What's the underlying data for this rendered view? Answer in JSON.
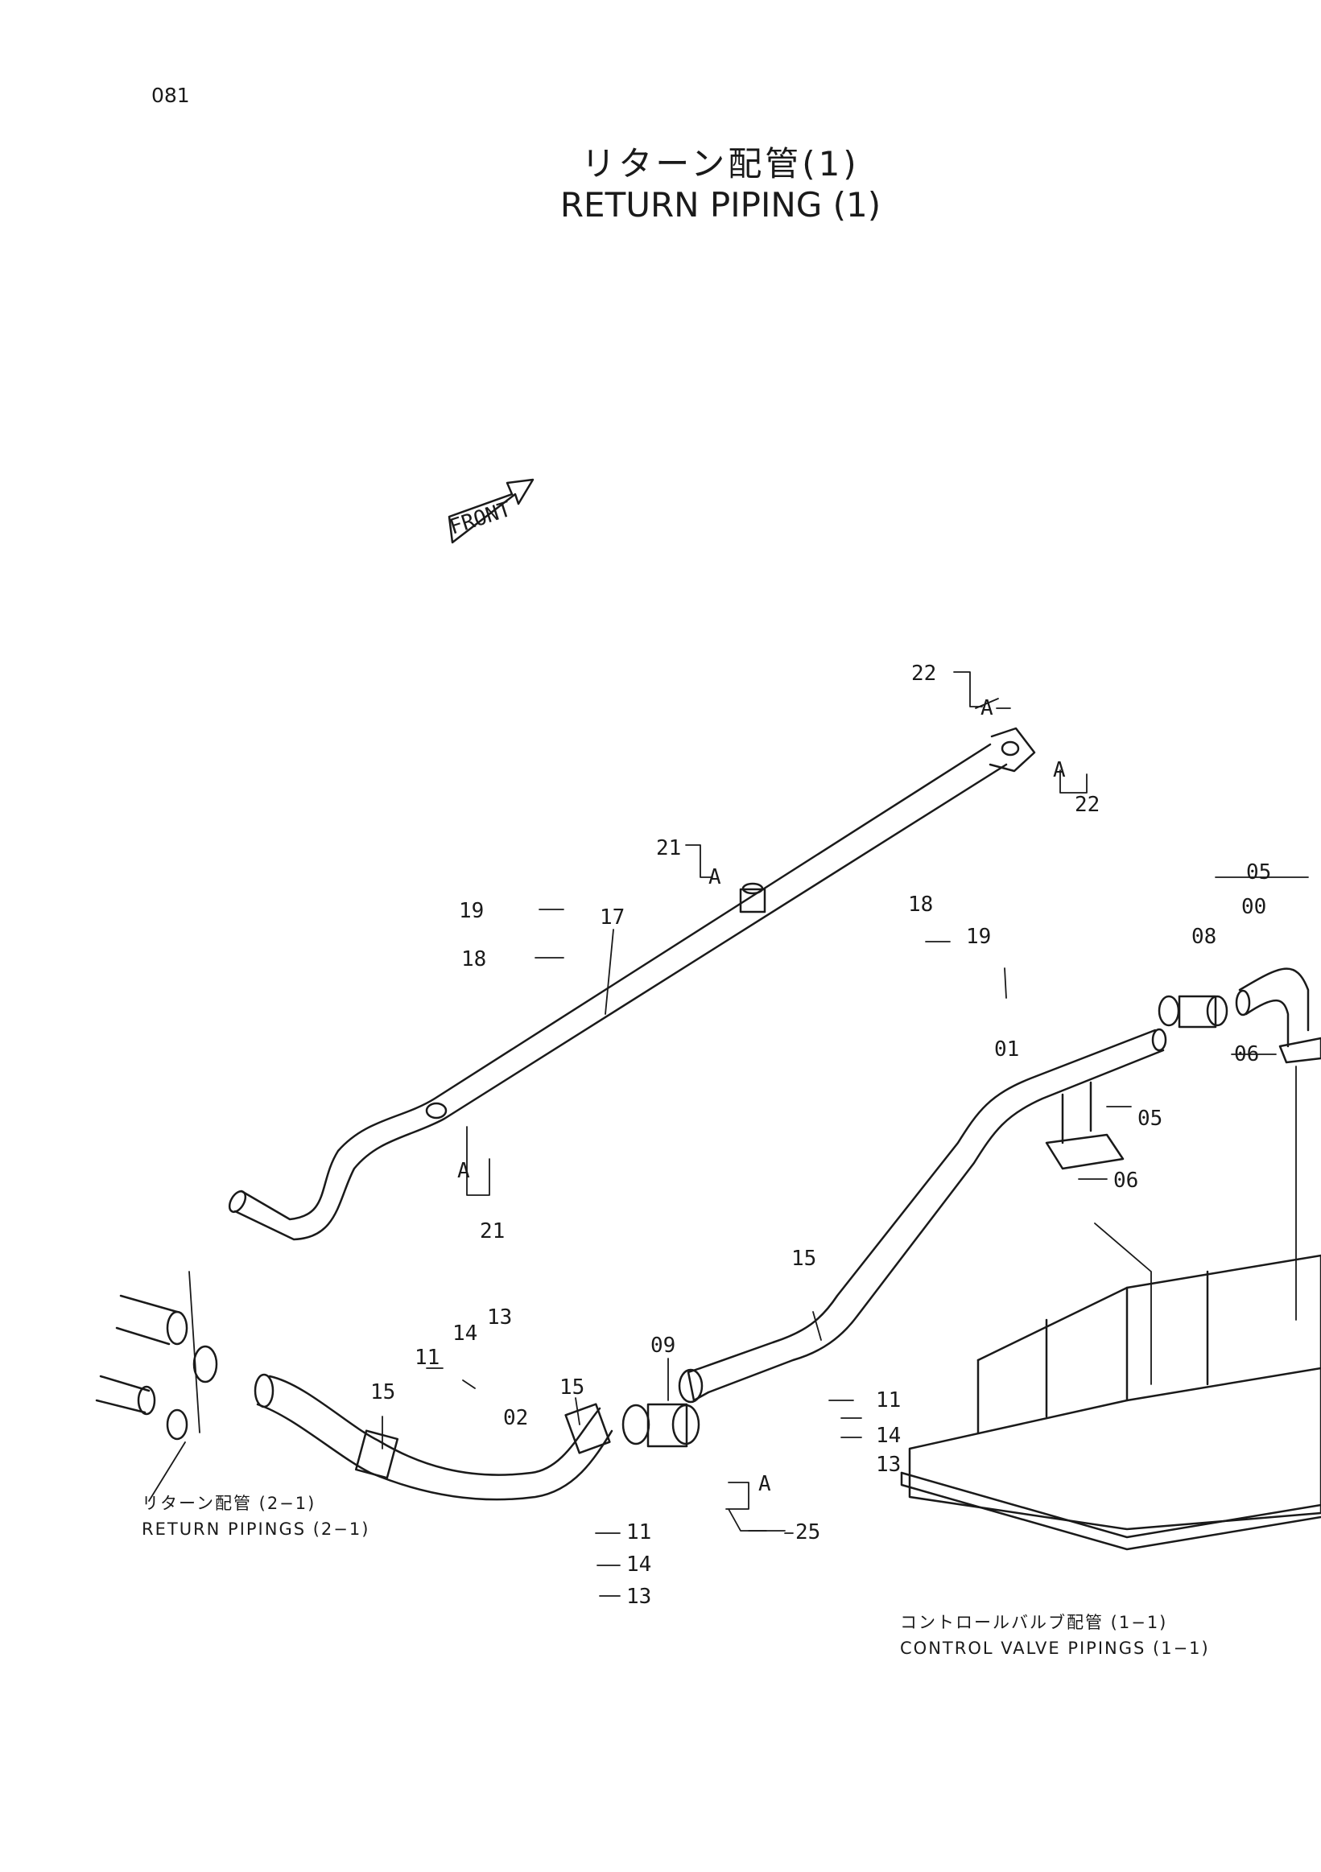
{
  "page": {
    "number": "081"
  },
  "title": {
    "japanese": "リターン配管(1)",
    "english": "RETURN PIPING (1)"
  },
  "front_marker": "FRONT",
  "part_labels": {
    "p00": "00",
    "p01": "01",
    "p02": "02",
    "p05a": "05",
    "p05b": "05",
    "p06a": "06",
    "p06b": "06",
    "p08": "08",
    "p09": "09",
    "p11a": "11",
    "p11b": "11",
    "p11c": "11",
    "p13a": "13",
    "p13b": "13",
    "p13c": "13",
    "p14a": "14",
    "p14b": "14",
    "p14c": "14",
    "p15a": "15",
    "p15b": "15",
    "p15c": "15",
    "p17": "17",
    "p18a": "18",
    "p18b": "18",
    "p19a": "19",
    "p19b": "19",
    "p21a": "21",
    "p21b": "21",
    "p22a": "22",
    "p22b": "22",
    "p25": "25"
  },
  "section_marks": {
    "a1": "A",
    "a2": "A",
    "a3": "A",
    "a4": "A",
    "a5": "A"
  },
  "references": {
    "return_pipings": {
      "japanese": "リターン配管 (2−1)",
      "english": "RETURN PIPINGS (2−1)"
    },
    "control_valve": {
      "japanese": "コントロールバルブ配管 (1−1)",
      "english": "CONTROL VALVE PIPINGS (1−1)"
    }
  }
}
